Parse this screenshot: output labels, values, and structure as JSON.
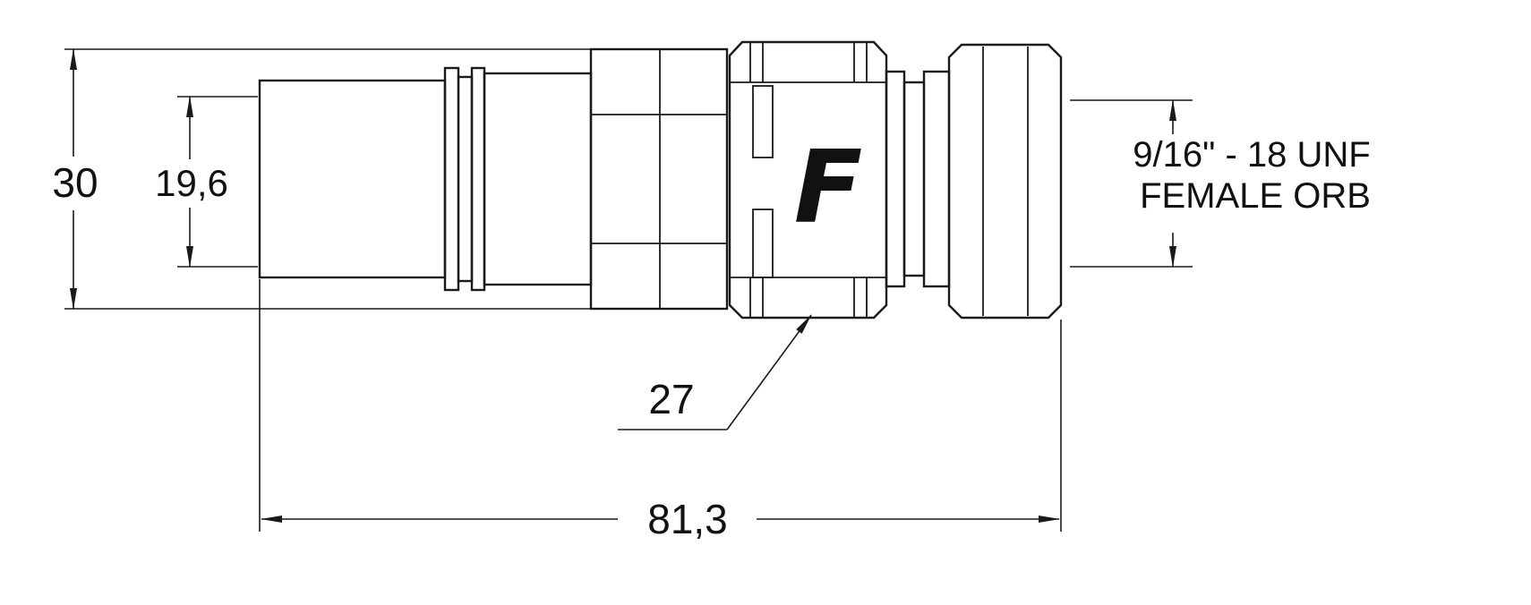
{
  "drawing": {
    "type": "technical-drawing",
    "subject": "hydraulic quick-release coupler, side view",
    "line_color": "#1a1a1a",
    "background": "#ffffff",
    "dimensions": {
      "overall_height": "30",
      "sleeve_diameter": "19,6",
      "hex_flats": "27",
      "overall_length": "81,3"
    },
    "thread_spec": {
      "line1": "9/16\" - 18 UNF",
      "line2": "FEMALE ORB"
    },
    "logo_letter": "F"
  }
}
